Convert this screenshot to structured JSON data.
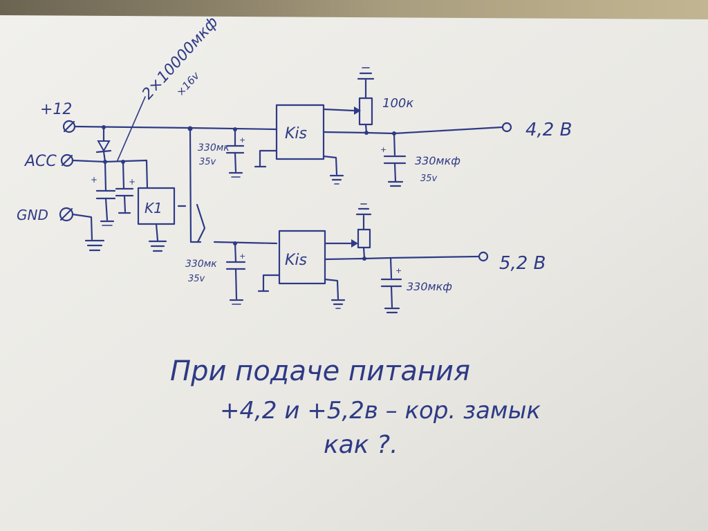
{
  "labels": {
    "plus12": "+12",
    "acc": "ACC",
    "gnd": "GND",
    "cap_bank": "2×10000мкф",
    "cap_bank_voltage": "×16v",
    "k1": "K1",
    "reg_top": "Kis",
    "reg_bottom": "Kis",
    "pot_top": "100к",
    "out_top": "4,2 В",
    "out_bottom": "5,2 В",
    "c_in_top": "330мк",
    "c_in_top_v": "35v",
    "c_out_top": "330мкф",
    "c_out_top_v": "35v",
    "c_in_bottom": "330мк",
    "c_in_bottom_v": "35v",
    "c_out_bottom": "330мкф"
  },
  "question": {
    "line1": "При подаче питания",
    "line2": "+4,2 и +5,2в – кор. замык",
    "line3": "как ?."
  },
  "colors": {
    "ink": "#2e3a86",
    "paper": "#ecebe6",
    "table": "#8a8068"
  }
}
